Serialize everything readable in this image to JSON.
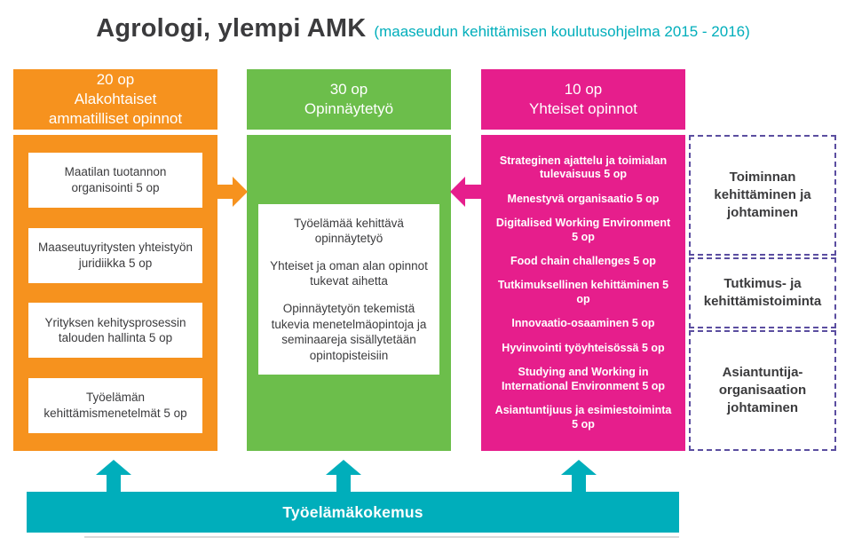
{
  "title": {
    "main": "Agrologi, ylempi AMK",
    "subtitle": "(maaseudun kehittämisen koulutusohjelma 2015 - 2016)"
  },
  "colors": {
    "orange": "#F6921E",
    "green": "#6CBE4B",
    "pink": "#E61E8C",
    "teal": "#00AEBB",
    "dashed": "#5B4EA0",
    "textDark": "#3B3B3D"
  },
  "columns": {
    "specialized": {
      "header": "20 op\nAlakohtaiset\nammatilliset opinnot",
      "courses": [
        "Maatilan tuotannon organisointi 5 op",
        "Maaseutuyritysten yhteistyön juridiikka 5 op",
        "Yrityksen kehitysprosessin talouden hallinta 5 op",
        "Työelämän kehittämismenetelmät 5 op"
      ]
    },
    "thesis": {
      "header": "30 op\nOpinnäytetyö",
      "paragraphs": [
        "Työelämää kehittävä opinnäytetyö",
        "Yhteiset ja oman alan opinnot tukevat aihetta",
        "Opinnäytetyön tekemistä tukevia menetelmäopintoja ja seminaareja sisällytetään opintopisteisiin"
      ]
    },
    "common": {
      "header": "10 op\nYhteiset opinnot",
      "courses": [
        "Strateginen ajattelu ja toimialan tulevaisuus 5 op",
        "Menestyvä organisaatio 5 op",
        "Digitalised Working Environment 5 op",
        "Food chain challenges 5 op",
        "Tutkimuksellinen kehittäminen 5 op",
        "Innovaatio-osaaminen 5 op",
        "Hyvinvointi työyhteisössä 5 op",
        "Studying and Working in International Environment 5 op",
        "Asiantuntijuus ja esimiestoiminta 5 op"
      ]
    }
  },
  "competence_areas": [
    "Toiminnan kehittäminen ja johtaminen",
    "Tutkimus- ja kehittämistoiminta",
    "Asiantuntija-organisaation johtaminen"
  ],
  "footer": {
    "label": "Työelämäkokemus"
  }
}
